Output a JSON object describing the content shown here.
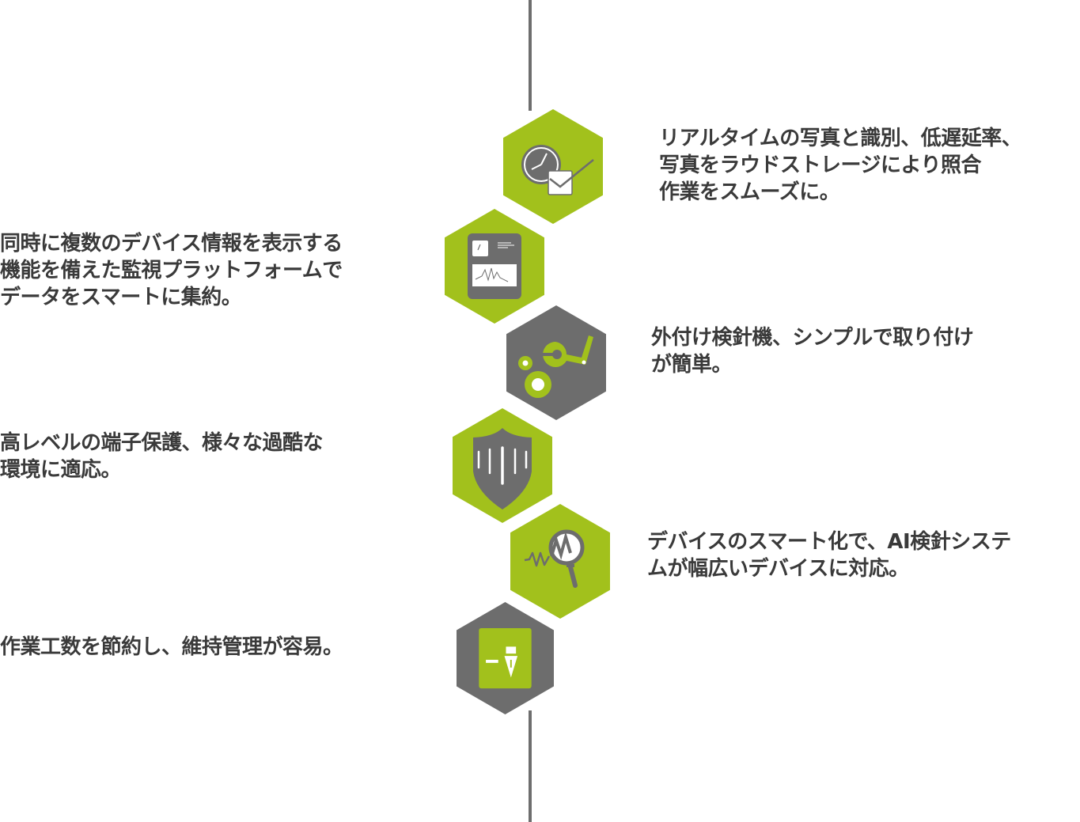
{
  "colors": {
    "accent": "#a2c11c",
    "dark": "#6d6d6d",
    "text": "#3a3a3a"
  },
  "features": [
    {
      "icon": "clock-check-icon",
      "lines": [
        "リアルタイムの写真と識別、低遅延率、",
        "写真をラウドストレージにより照合",
        "作業をスムーズに。"
      ]
    },
    {
      "icon": "monitor-dashboard-icon",
      "lines": [
        "同時に複数のデバイス情報を表示する",
        "機能を備えた監視プラットフォームで",
        "データをスマートに集約。"
      ]
    },
    {
      "icon": "gears-wrench-icon",
      "lines": [
        "外付け検針機、シンプルで取り付け",
        "が簡単。"
      ]
    },
    {
      "icon": "shield-icon",
      "lines": [
        "高レベルの端子保護、様々な過酷な",
        "環境に適応。"
      ]
    },
    {
      "icon": "magnifier-waveform-icon",
      "lines": [
        "デバイスのスマート化で、AI検針システ",
        "ムが幅広いデバイスに対応。"
      ]
    },
    {
      "icon": "document-pen-icon",
      "lines": [
        "作業工数を節約し、維持管理が容易。"
      ]
    }
  ]
}
